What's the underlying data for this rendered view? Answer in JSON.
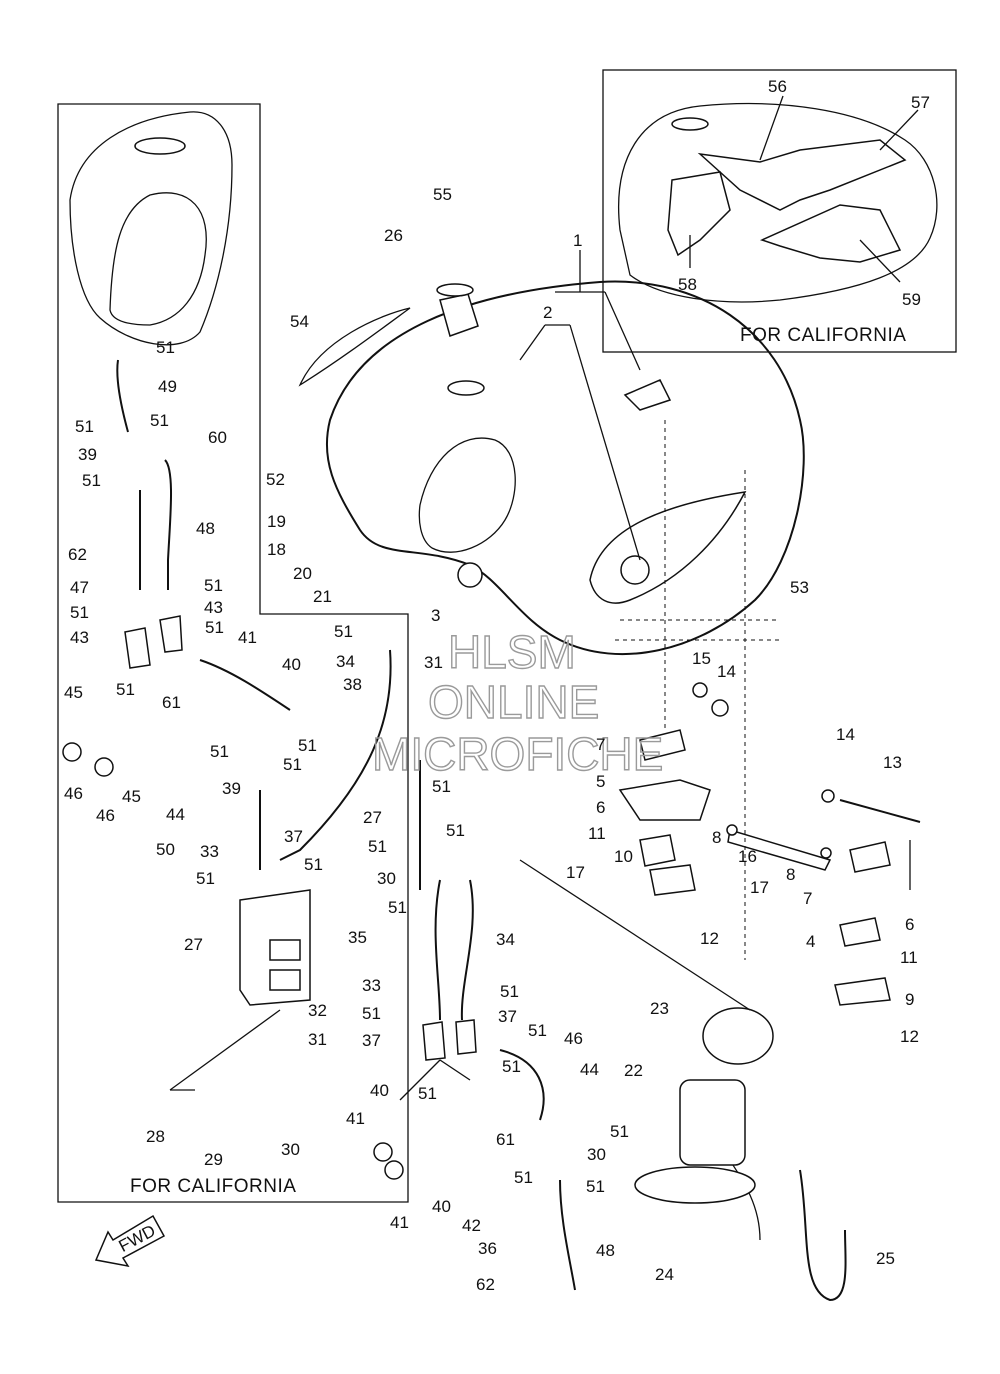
{
  "captions": {
    "california_left": "FOR CALIFORNIA",
    "california_right": "FOR CALIFORNIA",
    "fwd": "FWD"
  },
  "watermark": {
    "line1": "HLSM",
    "line2": "ONLINE",
    "line3": "MICROFICHE"
  },
  "labels": {
    "p1": "1",
    "p2": "2",
    "p3": "3",
    "p4": "4",
    "p5": "5",
    "p6a": "6",
    "p6b": "6",
    "p7a": "7",
    "p7b": "7",
    "p8a": "8",
    "p8b": "8",
    "p9": "9",
    "p10": "10",
    "p11a": "11",
    "p11b": "11",
    "p12a": "12",
    "p12b": "12",
    "p13": "13",
    "p14a": "14",
    "p14b": "14",
    "p15": "15",
    "p16": "16",
    "p17a": "17",
    "p17b": "17",
    "p18": "18",
    "p19": "19",
    "p20": "20",
    "p21": "21",
    "p22": "22",
    "p23": "23",
    "p24": "24",
    "p25": "25",
    "p26": "26",
    "p27a": "27",
    "p27b": "27",
    "p28": "28",
    "p29": "29",
    "p30a": "30",
    "p30b": "30",
    "p30c": "30",
    "p31a": "31",
    "p31b": "31",
    "p32": "32",
    "p33a": "33",
    "p33b": "33",
    "p34a": "34",
    "p34b": "34",
    "p35": "35",
    "p36": "36",
    "p37a": "37",
    "p37b": "37",
    "p37c": "37",
    "p38": "38",
    "p39a": "39",
    "p39b": "39",
    "p40a": "40",
    "p40b": "40",
    "p40c": "40",
    "p41a": "41",
    "p41b": "41",
    "p41c": "41",
    "p42": "42",
    "p43a": "43",
    "p43b": "43",
    "p44a": "44",
    "p44b": "44",
    "p45a": "45",
    "p45b": "45",
    "p46a": "46",
    "p46b": "46",
    "p46c": "46",
    "p47": "47",
    "p48a": "48",
    "p48b": "48",
    "p49": "49",
    "p50": "50",
    "p51_01": "51",
    "p51_02": "51",
    "p51_03": "51",
    "p51_04": "51",
    "p51_05": "51",
    "p51_06": "51",
    "p51_07": "51",
    "p51_08": "51",
    "p51_09": "51",
    "p51_10": "51",
    "p51_11": "51",
    "p51_12": "51",
    "p51_13": "51",
    "p51_14": "51",
    "p51_15": "51",
    "p51_16": "51",
    "p51_17": "51",
    "p51_18": "51",
    "p51_19": "51",
    "p51_20": "51",
    "p51_21": "51",
    "p51_22": "51",
    "p51_23": "51",
    "p51_24": "51",
    "p51_25": "51",
    "p51_26": "51",
    "p52": "52",
    "p53": "53",
    "p54": "54",
    "p55": "55",
    "p56": "56",
    "p57": "57",
    "p58": "58",
    "p59": "59",
    "p60": "60",
    "p61a": "61",
    "p61b": "61",
    "p62a": "62",
    "p62b": "62"
  }
}
